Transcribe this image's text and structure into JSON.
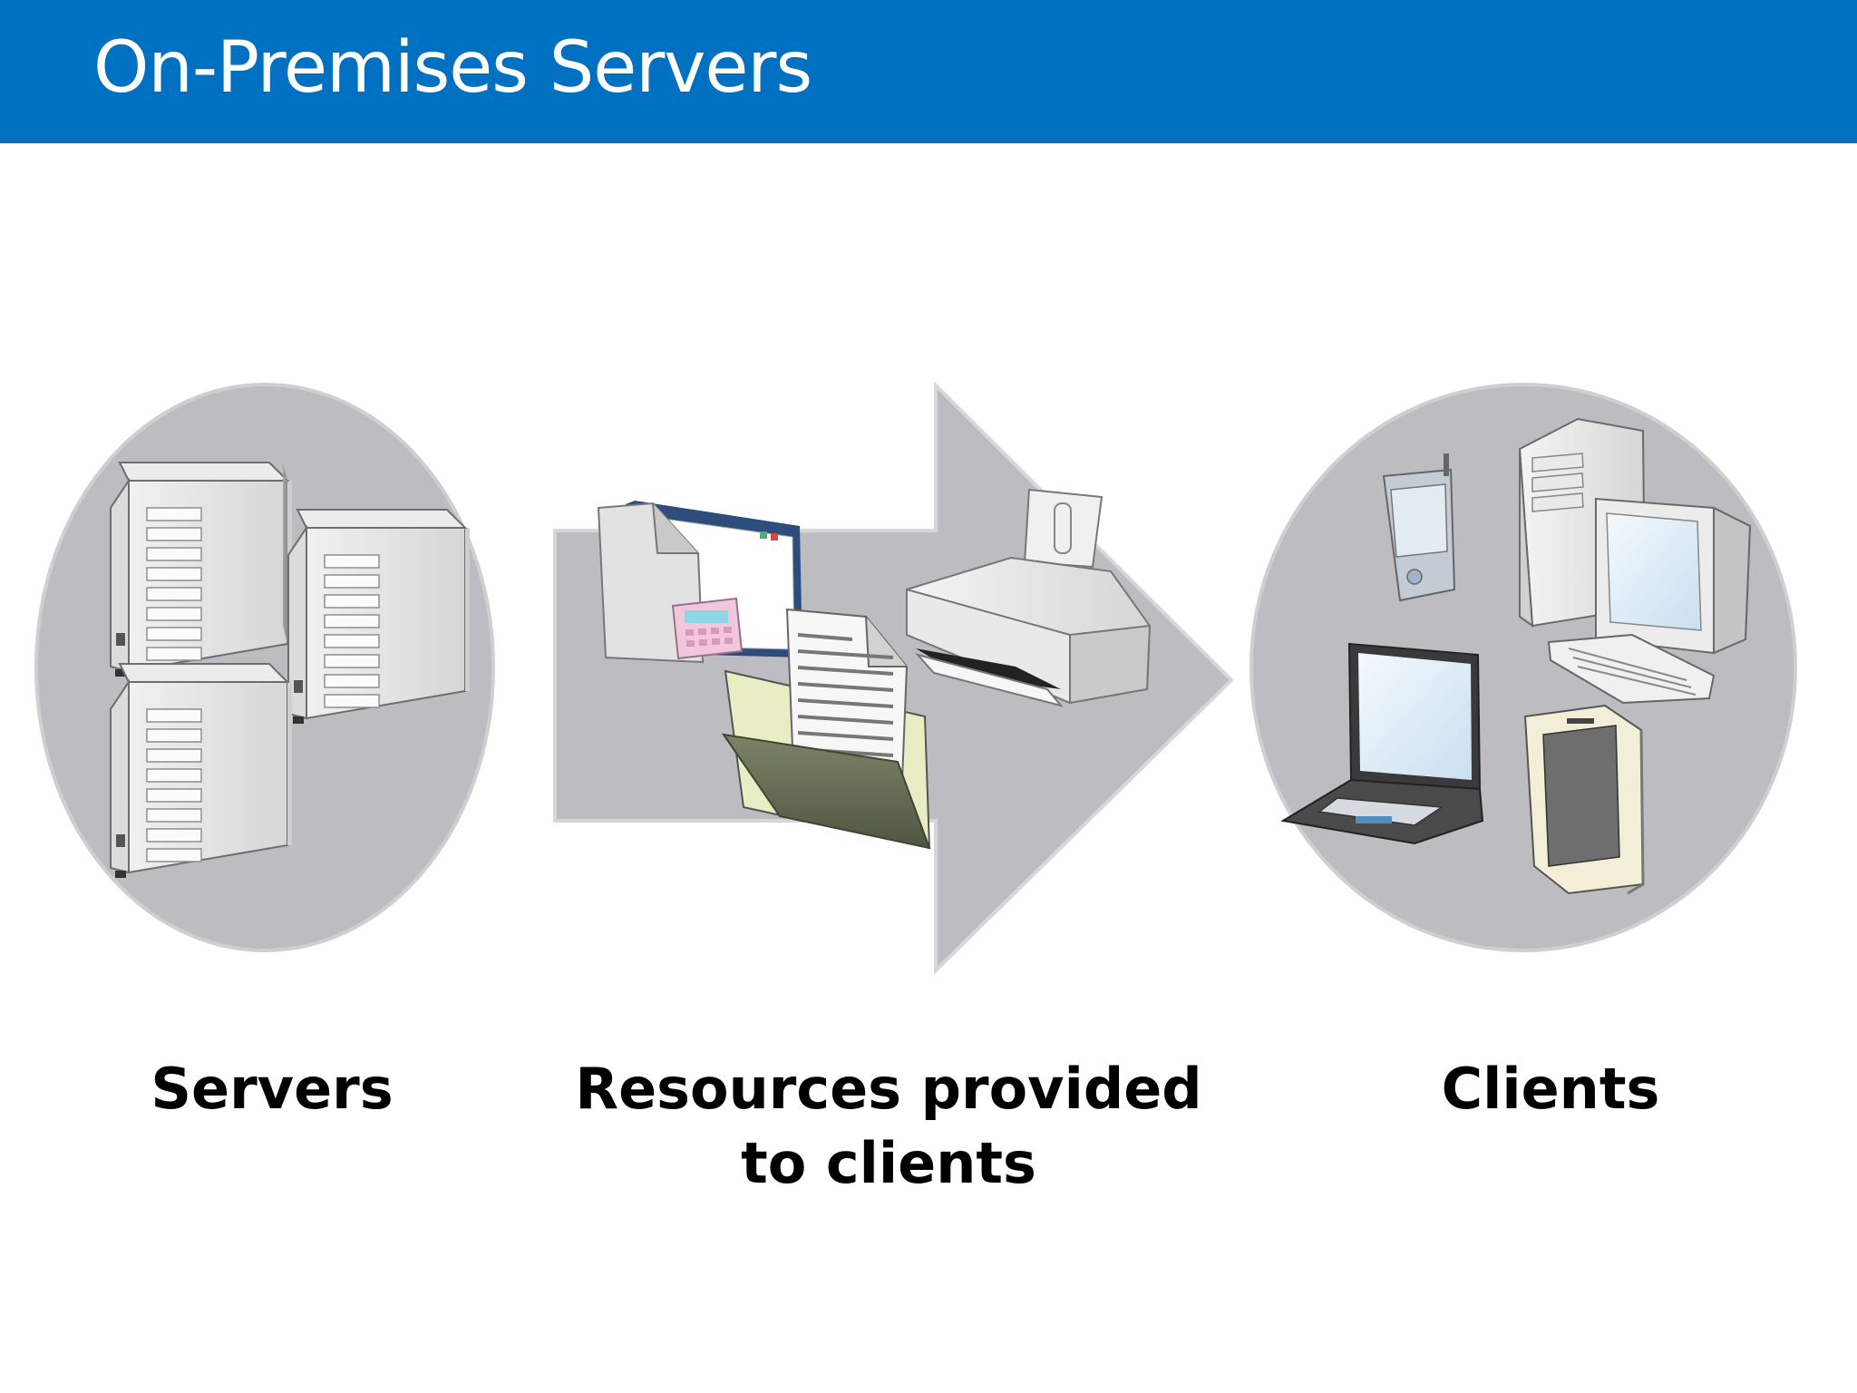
{
  "title": "On-Premises Servers",
  "colors": {
    "title_bar": "#0070c0",
    "title_text": "#ffffff",
    "group_fill": "#bdbcc0",
    "caption_text": "#000000"
  },
  "groups": {
    "servers": {
      "label": "Servers",
      "icons": [
        "server-tower-icon",
        "server-tower-icon",
        "server-tower-icon"
      ]
    },
    "resources": {
      "label_line1": "Resources provided",
      "label_line2": "to clients",
      "icons": [
        "application-window-icon",
        "document-icon",
        "calculator-icon",
        "open-folder-icon",
        "printer-icon"
      ]
    },
    "clients": {
      "label": "Clients",
      "icons": [
        "pda-phone-icon",
        "desktop-tower-icon",
        "crt-monitor-icon",
        "keyboard-icon",
        "laptop-icon",
        "tablet-pc-icon"
      ]
    }
  }
}
